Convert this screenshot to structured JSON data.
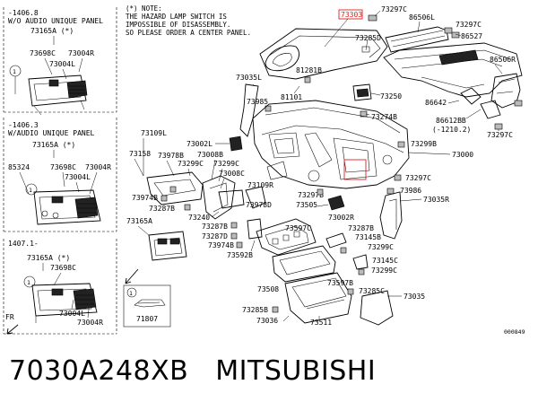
{
  "notes": {
    "hazard": [
      "(*) NOTE:",
      "THE HAZARD LAMP SWITCH IS",
      "IMPOSSIBLE OF DISASSEMBLY.",
      "SO PLEASE ORDER A CENTER PANEL."
    ]
  },
  "variants": [
    {
      "range": "-1406.8",
      "title": "W/O AUDIO UNIQUE PANEL",
      "parts": [
        "73165A (*)",
        "73698C",
        "73004R",
        "73004L"
      ],
      "callout": "1"
    },
    {
      "range": "-1406.3",
      "title": "W/AUDIO UNIQUE PANEL",
      "parts": [
        "73165A (*)",
        "85324",
        "73698C",
        "73004R",
        "73004L"
      ],
      "callout": "1"
    },
    {
      "range": "1407.1-",
      "title": "",
      "parts": [
        "73165A (*)",
        "73698C",
        "73004L",
        "73004R"
      ],
      "callout": "1"
    }
  ],
  "labels": {
    "l73303": "73303",
    "l73297c_top": "73297C",
    "l86506l": "86506L",
    "l73285d": "73285D",
    "l73297c_b": "73297C",
    "l86527": "86527",
    "l86506r": "86506R",
    "l81281b": "81281B",
    "l73035l": "73035L",
    "l81101": "81101",
    "l73985_a": "73985",
    "l73250": "73250",
    "l86642": "86642",
    "l73274b": "73274B",
    "l86612bb": "86612BB",
    "l86612bb_note": "(-1210.2)",
    "l73297c_r": "73297C",
    "l73109l": "73109L",
    "l73002l": "73002L",
    "l73299b": "73299B",
    "l73158": "73158",
    "l73978b": "73978B",
    "l73008b": "73008B",
    "l73000": "73000",
    "l73299c_a": "73299C",
    "l73299c_b": "73299C",
    "l73008c": "73008C",
    "l73297c_m": "73297C",
    "l73974b_a": "73974B",
    "l73109r": "73109R",
    "l73986": "73986",
    "l73035r": "73035R",
    "l73287b_a": "73287B",
    "l73297b": "73297B",
    "l73978d": "73978D",
    "l73505": "73505",
    "l73002r": "73002R",
    "l73240": "73240",
    "l73287b_b": "73287B",
    "l73597c": "73597C",
    "l73287b_c": "73287B",
    "l73165a": "73165A",
    "l73287d": "73287D",
    "l73145b": "73145B",
    "l73974b_b": "73974B",
    "l73299c_c": "73299C",
    "l73592b": "73592B",
    "l73145c": "73145C",
    "l73299c_d": "73299C",
    "l73597b": "73597B",
    "l73508": "73508",
    "l73285c": "73285C",
    "l73035": "73035",
    "l73285b": "73285B",
    "l73036": "73036",
    "l73511": "73511",
    "l71807": "71807",
    "callout_1": "1",
    "fr": "FR",
    "code": "000849"
  },
  "caption": {
    "part_number": "7030A248XB",
    "brand": "MITSUBISHI"
  }
}
